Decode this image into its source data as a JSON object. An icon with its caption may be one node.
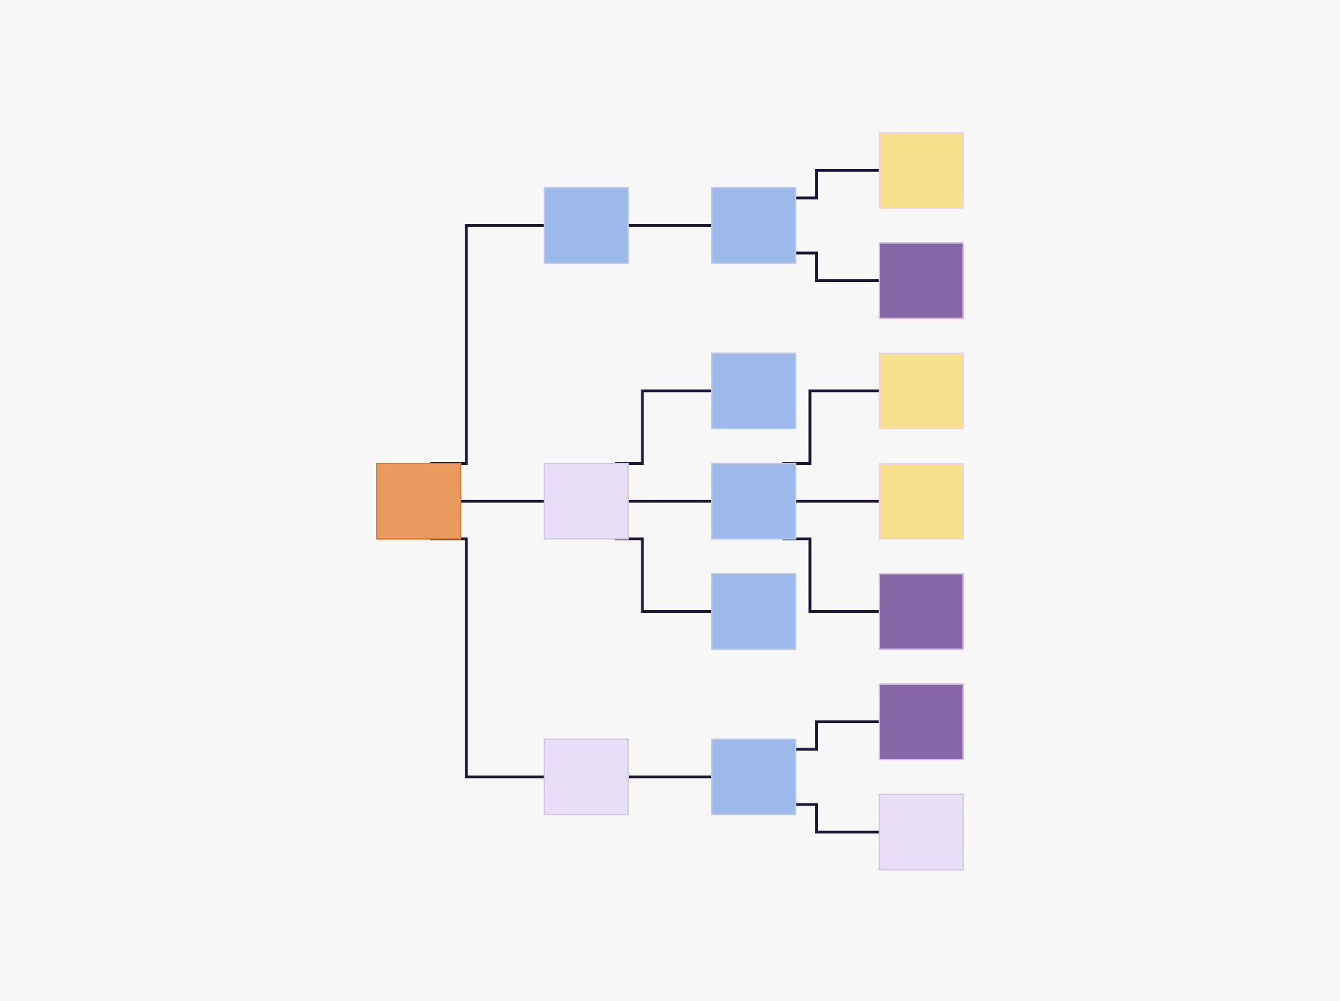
{
  "diagram": {
    "nodes": [
      {
        "text": [],
        "shape": "box"
      },
      {
        "text": [],
        "shape": "box"
      },
      {
        "text": [],
        "shape": "box"
      },
      {
        "text": [],
        "shape": "box"
      },
      {
        "text": [],
        "shape": "box"
      },
      {
        "text": [],
        "shape": "box"
      },
      {
        "text": [],
        "shape": "box"
      },
      {
        "text": [],
        "shape": "box"
      },
      {
        "text": [],
        "shape": "box"
      },
      {
        "text": [],
        "shape": "box"
      },
      {
        "text": [],
        "shape": "box"
      },
      {
        "text": [],
        "shape": "box"
      },
      {
        "text": [],
        "shape": "box"
      },
      {
        "text": [],
        "shape": "box"
      },
      {
        "text": [],
        "shape": "box"
      },
      {
        "text": [],
        "shape": "box"
      }
    ],
    "edges": [
      {
        "from": 0,
        "to": 1,
        "arrow": "none"
      },
      {
        "from": 0,
        "to": 2,
        "arrow": "none"
      },
      {
        "from": 0,
        "to": 3,
        "arrow": "none"
      },
      {
        "from": 1,
        "to": 4,
        "arrow": "none"
      },
      {
        "from": 2,
        "to": 5,
        "arrow": "none"
      },
      {
        "from": 2,
        "to": 6,
        "arrow": "none"
      },
      {
        "from": 2,
        "to": 7,
        "arrow": "none"
      },
      {
        "from": 3,
        "to": 8,
        "arrow": "none"
      },
      {
        "from": 4,
        "to": 9,
        "arrow": "none"
      },
      {
        "from": 4,
        "to": 10,
        "arrow": "none"
      },
      {
        "from": 6,
        "to": 11,
        "arrow": "none"
      },
      {
        "from": 6,
        "to": 12,
        "arrow": "none"
      },
      {
        "from": 6,
        "to": 13,
        "arrow": "none"
      },
      {
        "from": 8,
        "to": 14,
        "arrow": "none"
      },
      {
        "from": 8,
        "to": 15,
        "arrow": "none"
      }
    ]
  }
}
